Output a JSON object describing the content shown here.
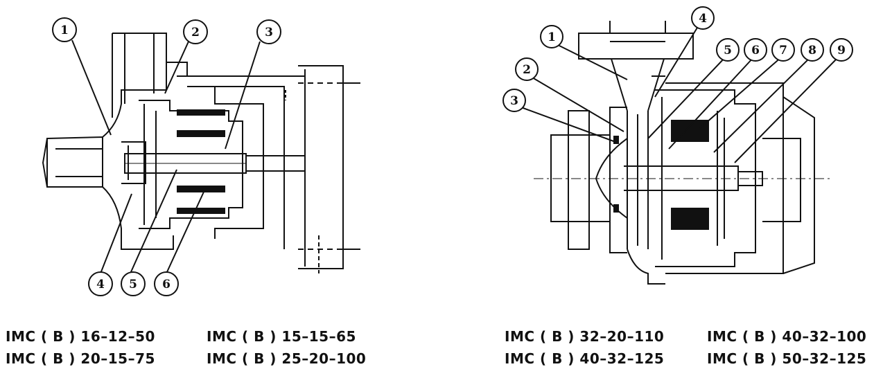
{
  "left_diagram": {
    "callouts": [
      "1",
      "2",
      "3",
      "4",
      "5",
      "6"
    ],
    "models": [
      "IMC ( B ) 16–12–50",
      "IMC ( B ) 15–15–65",
      "IMC ( B ) 20–15–75",
      "IMC ( B ) 25–20–100"
    ]
  },
  "right_diagram": {
    "callouts": [
      "1",
      "2",
      "3",
      "4",
      "5",
      "6",
      "7",
      "8",
      "9"
    ],
    "models": [
      "IMC ( B ) 32–20–110",
      "IMC ( B ) 40–32–100",
      "IMC ( B ) 40–32–125",
      "IMC ( B ) 50–32–125"
    ]
  }
}
